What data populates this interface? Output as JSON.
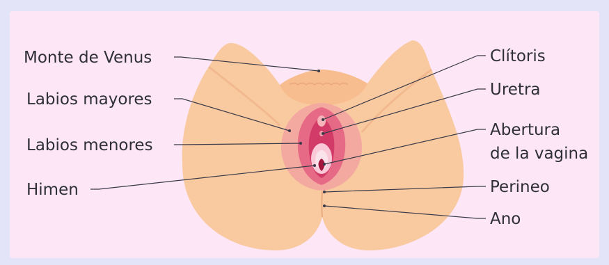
{
  "labels": {
    "left": {
      "monte": "Monte de Venus",
      "mayores": "Labios mayores",
      "menores": "Labios menores",
      "himen": "Himen"
    },
    "right": {
      "clitoris": "Clítoris",
      "uretra": "Uretra",
      "abertura_line1": "Abertura",
      "abertura_line2": "de la vagina",
      "perineo": "Perineo",
      "ano": "Ano"
    }
  },
  "colors": {
    "background": "#e3e4f8",
    "panel": "#fde6f6",
    "skin": "#f9c9a0",
    "skin_shade": "#f2b98e",
    "labia_majora": "#f3a9a0",
    "labia_minora": "#e66a86",
    "inner": "#d23a68",
    "opening": "#a5163f",
    "text": "#2f2f3a"
  }
}
